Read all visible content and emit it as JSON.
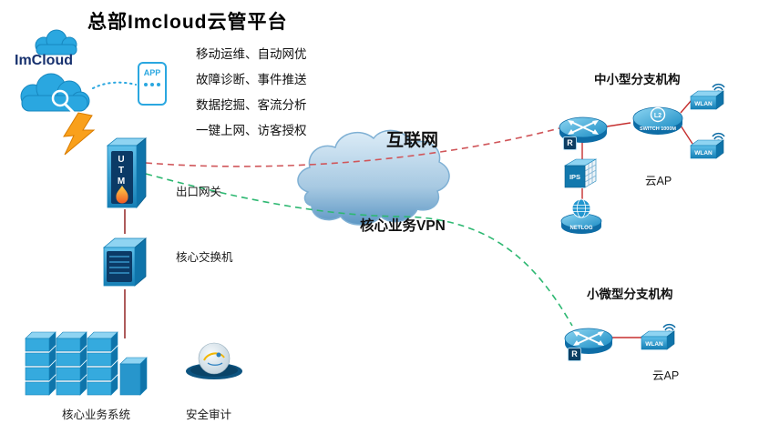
{
  "header": {
    "title": "总部Imcloud云管平台"
  },
  "platform": {
    "cloud_label": "ImCloud",
    "app_label": "APP",
    "features": [
      "移动运维、自动网优",
      "故障诊断、事件推送",
      "数据挖掘、客流分析",
      "一键上网、访客授权"
    ]
  },
  "hq": {
    "utm_letters": [
      "U",
      "T",
      "M"
    ],
    "utm_caption": "出口网关",
    "core_switch_caption": "核心交换机",
    "servers_caption": "核心业务系统",
    "audit_caption": "安全审计"
  },
  "wan": {
    "internet_label": "互联网",
    "vpn_label": "核心业务VPN"
  },
  "branch_medium": {
    "title": "中小型分支机构",
    "router_badge": "R",
    "l2_label": "L2",
    "switch_caption": "SWITCH 1000M",
    "ips_label": "IPS",
    "netlog_label": "NETLOG",
    "wlan_label": "WLAN",
    "ap_caption": "云AP"
  },
  "branch_small": {
    "title": "小微型分支机构",
    "router_badge": "R",
    "wlan_label": "WLAN",
    "ap_caption": "云AP"
  },
  "colors": {
    "device_blue": "#1e9cd7",
    "platform_blue": "#29abe2",
    "internet_line_red": "#d0565a",
    "vpn_line_green": "#2eb872",
    "link_red": "#c52f2f",
    "left_link_maroon": "#993333",
    "flame_orange": "#f7941d"
  }
}
